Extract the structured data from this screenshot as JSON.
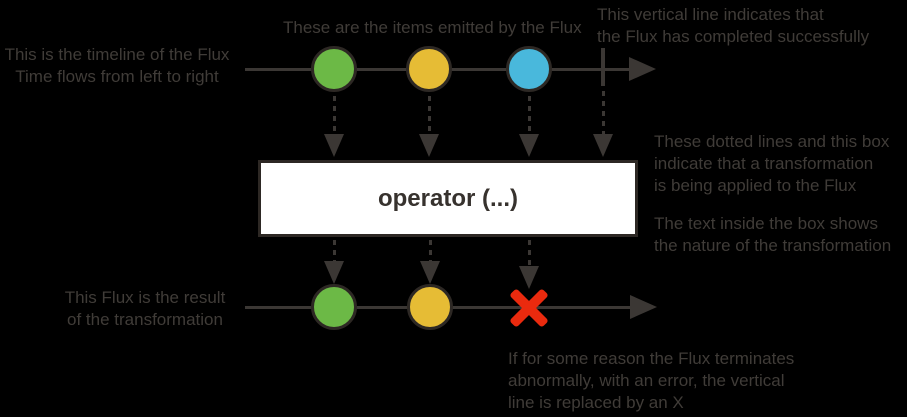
{
  "colors": {
    "background": "#000000",
    "line": "#3b3734",
    "text": "#403c38",
    "circle_border": "#2d2824",
    "item_green": "#6cb946",
    "item_yellow": "#e6bc35",
    "item_blue": "#49b8dc",
    "error_red": "#ea2a0e",
    "box_bg": "#ffffff",
    "box_border": "#2d2824",
    "box_text": "#37322e"
  },
  "operator_box": {
    "label": "operator (...)"
  },
  "annotations": {
    "timeline_note": "This is the timeline of the Flux\nTime flows from left to right",
    "emitted_items_note": "These are the items emitted by the Flux",
    "complete_note": "This vertical line indicates that\nthe Flux has completed successfully",
    "transformation_note": "These dotted lines and this box\nindicate that a transformation\nis being applied to the Flux",
    "box_text_note": "The text inside the box shows\nthe nature of the transformation",
    "result_note": "This Flux is the result\nof the transformation",
    "error_note": "If for some reason the Flux terminates\nabnormally, with an error, the vertical\nline is replaced by an X"
  },
  "diagram": {
    "source_flux": {
      "items": [
        "green",
        "yellow",
        "blue"
      ],
      "terminal": "complete"
    },
    "result_flux": {
      "items": [
        "green",
        "yellow"
      ],
      "terminal": "error"
    }
  }
}
